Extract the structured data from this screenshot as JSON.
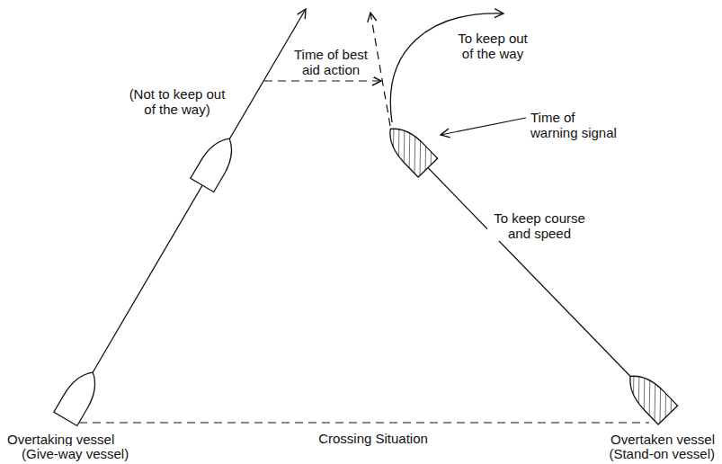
{
  "diagram": {
    "labels": [
      "Time of best aid action",
      "To keep out of the way",
      "(Not to keep out of the way)",
      "Time of warning signal",
      "To keep course and speed",
      "Overtaking vessel",
      "(Give-way vessel)",
      "Crossing Situation",
      "Overtaken vessel",
      "(Stand-on vessel)"
    ]
  }
}
